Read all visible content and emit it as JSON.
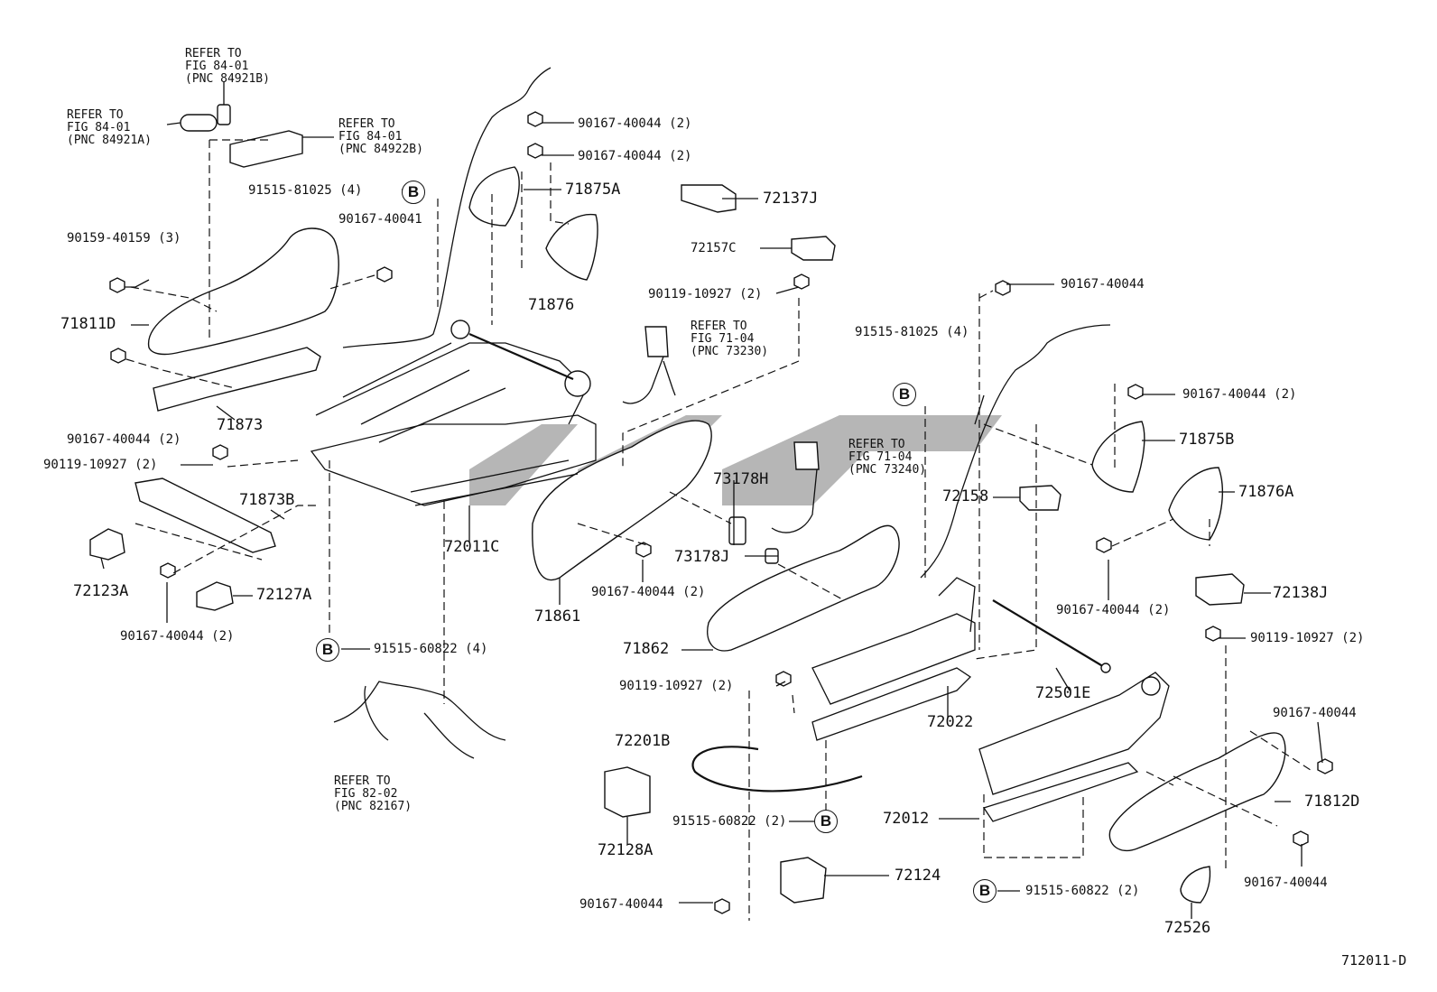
{
  "figure_code": "712011-D",
  "callouts": {
    "a": "90167-40044 (2)",
    "b": "90167-40044 (2)",
    "c": "71875A",
    "d": "72137J",
    "e": "91515-81025 (4)",
    "f": "90167-40041",
    "g": "90159-40159 (3)",
    "h": "71876",
    "i": "72157C",
    "j": "90119-10927 (2)",
    "k": "71811D",
    "l": "90167-40044",
    "m": "91515-81025 (4)",
    "n": "71873",
    "o": "90167-40044 (2)",
    "p": "71875B",
    "q": "90167-40044 (2)",
    "r": "90119-10927 (2)",
    "s": "73178H",
    "t": "71873B",
    "u": "72158",
    "v": "71876A",
    "w": "72011C",
    "x": "73178J",
    "y": "72123A",
    "z": "72127A",
    "aa": "90167-40044 (2)",
    "ab": "71861",
    "ac": "90167-40044 (2)",
    "ad": "72138J",
    "ae": "90167-40044 (2)",
    "af": "90119-10927 (2)",
    "ag": "91515-60822 (4)",
    "ah": "71862",
    "ai": "90119-10927 (2)",
    "aj": "72501E",
    "ak": "72022",
    "al": "90167-40044",
    "am": "72201B",
    "an": "71812D",
    "ao": "72012",
    "ap": "91515-60822 (2)",
    "aq": "72128A",
    "ar": "72124",
    "as": "90167-40044",
    "at": "91515-60822 (2)",
    "au": "90167-40044",
    "av": "72526"
  },
  "references": {
    "r1": "REFER TO\nFIG 84-01\n(PNC 84921B)",
    "r2": "REFER TO\nFIG 84-01\n(PNC 84921A)",
    "r3": "REFER TO\nFIG 84-01\n(PNC 84922B)",
    "r4": "REFER TO\nFIG 71-04\n(PNC 73230)",
    "r5": "REFER TO\nFIG 71-04\n(PNC 73240)",
    "r6": "REFER TO\nFIG 82-02\n(PNC 82167)"
  },
  "circle_marker_letter": "B"
}
